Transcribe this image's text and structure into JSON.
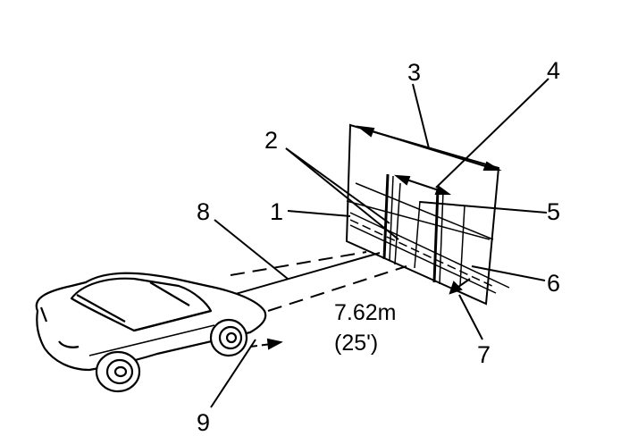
{
  "diagram": {
    "callouts": [
      "1",
      "2",
      "3",
      "4",
      "5",
      "6",
      "7",
      "8",
      "9"
    ],
    "distance_metric": "7.62m",
    "distance_imperial": "(25')"
  },
  "colors": {
    "line": "#000000",
    "background": "#ffffff"
  }
}
